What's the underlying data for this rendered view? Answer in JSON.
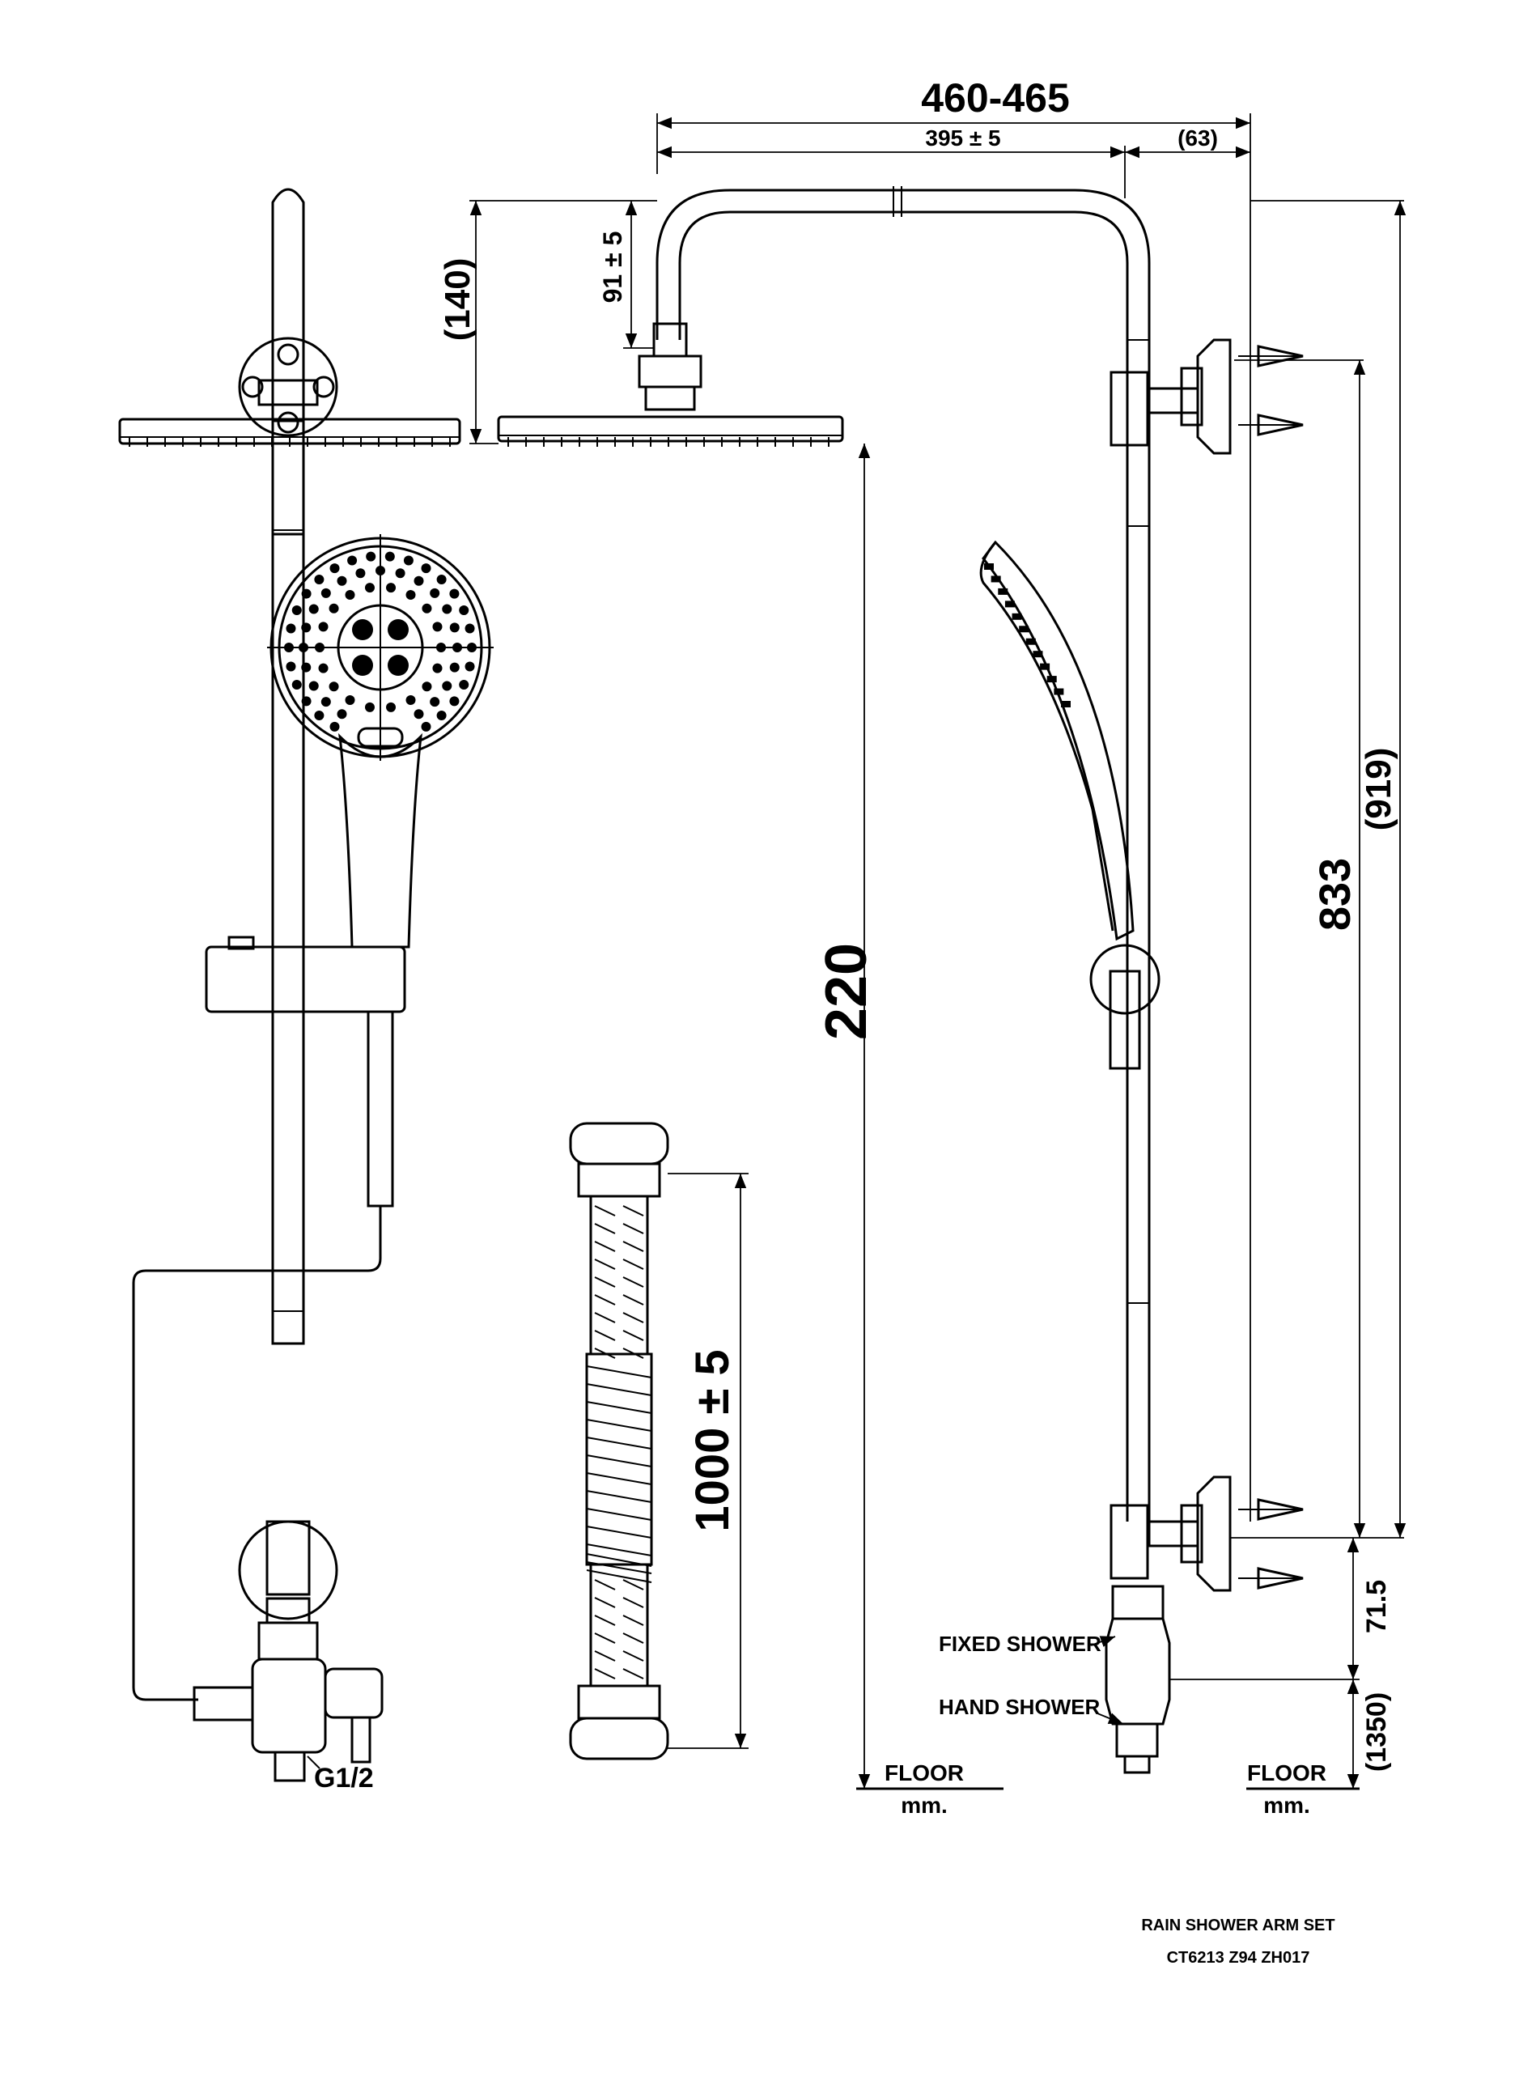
{
  "dimensions": {
    "overall_width": "460-465",
    "arm_length": "395 ± 5",
    "arm_offset": "(63)",
    "arm_height": "(140)",
    "arm_drop": "91 ± 5",
    "head_to_floor": "220",
    "rail_length": "833",
    "top_height": "(919)",
    "outlet_spacing": "71.5",
    "outlet_height": "(1350)",
    "hose_length": "1000 ± 5"
  },
  "labels": {
    "thread": "G1/2",
    "fixed_shower": "FIXED SHOWER",
    "hand_shower": "HAND SHOWER",
    "floor_left": "FLOOR",
    "unit_left": "mm.",
    "floor_right": "FLOOR",
    "unit_right": "mm."
  },
  "title_block": {
    "product_name": "RAIN SHOWER ARM SET",
    "model_number": "CT6213 Z94 ZH017"
  }
}
